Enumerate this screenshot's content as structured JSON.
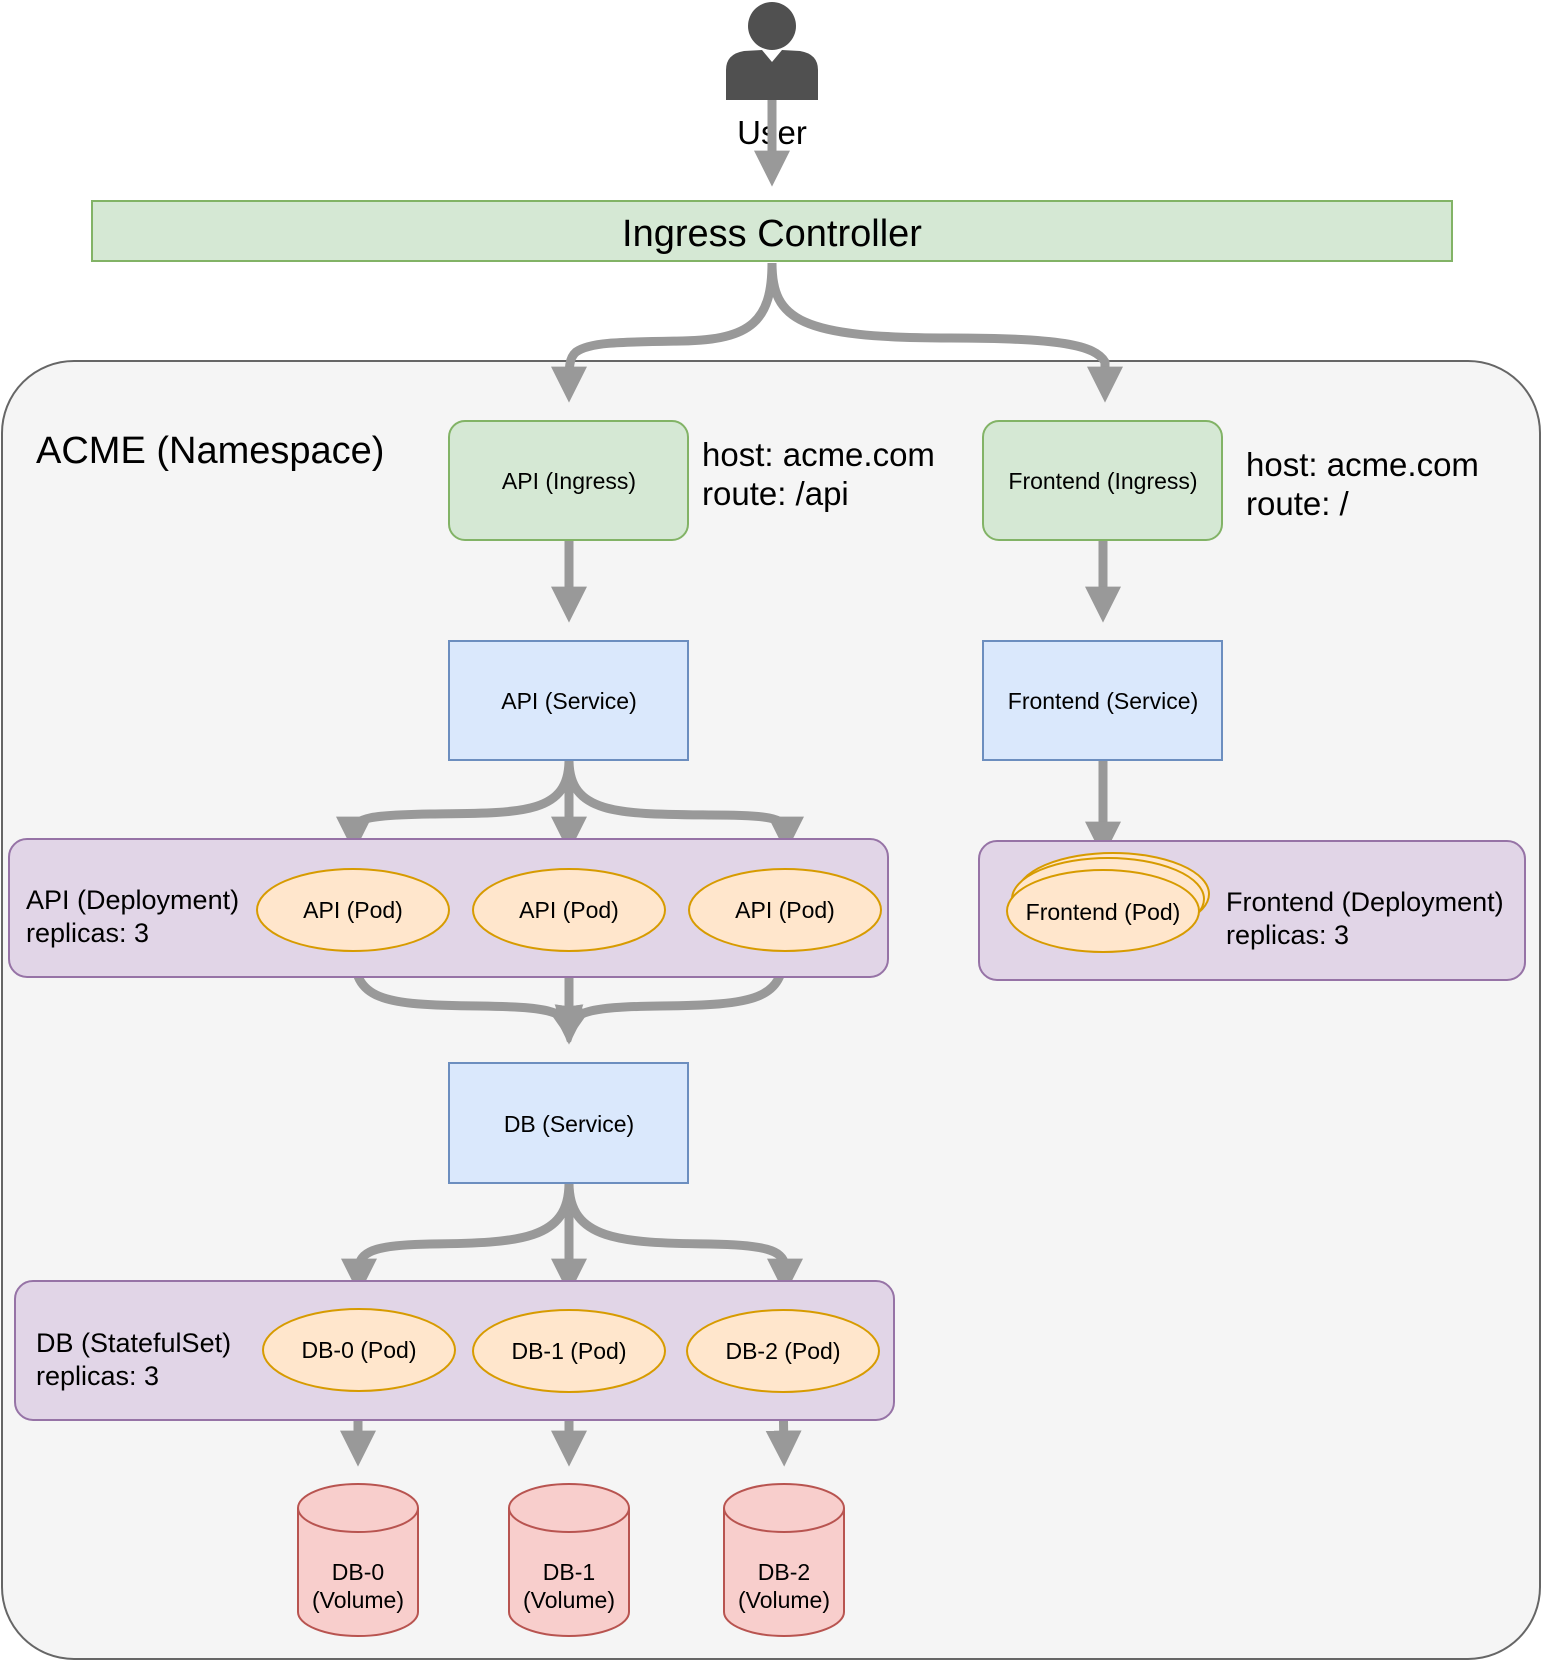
{
  "user": {
    "label": "User",
    "icon": "user-icon"
  },
  "ingress_controller": {
    "label": "Ingress Controller"
  },
  "namespace": {
    "label": "ACME (Namespace)"
  },
  "api_ingress": {
    "label": "API (Ingress)",
    "host_line": "host:  acme.com",
    "route_line": "route: /api"
  },
  "frontend_ingress": {
    "label": "Frontend (Ingress)",
    "host_line": "host:  acme.com",
    "route_line": "route: /"
  },
  "api_service": {
    "label": "API (Service)"
  },
  "frontend_service": {
    "label": "Frontend (Service)"
  },
  "api_deployment": {
    "title": "API (Deployment)",
    "replicas": "replicas: 3",
    "pods": [
      "API (Pod)",
      "API (Pod)",
      "API (Pod)"
    ]
  },
  "frontend_deployment": {
    "title": "Frontend (Deployment)",
    "replicas": "replicas: 3",
    "pod": "Frontend (Pod)"
  },
  "db_service": {
    "label": "DB (Service)"
  },
  "db_statefulset": {
    "title": "DB (StatefulSet)",
    "replicas": "replicas: 3",
    "pods": [
      "DB-0 (Pod)",
      "DB-1 (Pod)",
      "DB-2 (Pod)"
    ]
  },
  "volumes": [
    {
      "line1": "DB-0",
      "line2": "(Volume)"
    },
    {
      "line1": "DB-1",
      "line2": "(Volume)"
    },
    {
      "line1": "DB-2",
      "line2": "(Volume)"
    }
  ],
  "colors": {
    "ingress_fill": "#d5e8d4",
    "ingress_stroke": "#82b366",
    "service_fill": "#dae8fc",
    "service_stroke": "#6c8ebf",
    "deployment_fill": "#e1d5e7",
    "deployment_stroke": "#9673a6",
    "pod_fill": "#ffe6cc",
    "pod_stroke": "#d79b00",
    "volume_fill": "#f8cecc",
    "volume_stroke": "#b85450",
    "namespace_fill": "#f5f5f5",
    "namespace_stroke": "#666666",
    "arrow": "#999999",
    "user_icon": "#505050"
  }
}
